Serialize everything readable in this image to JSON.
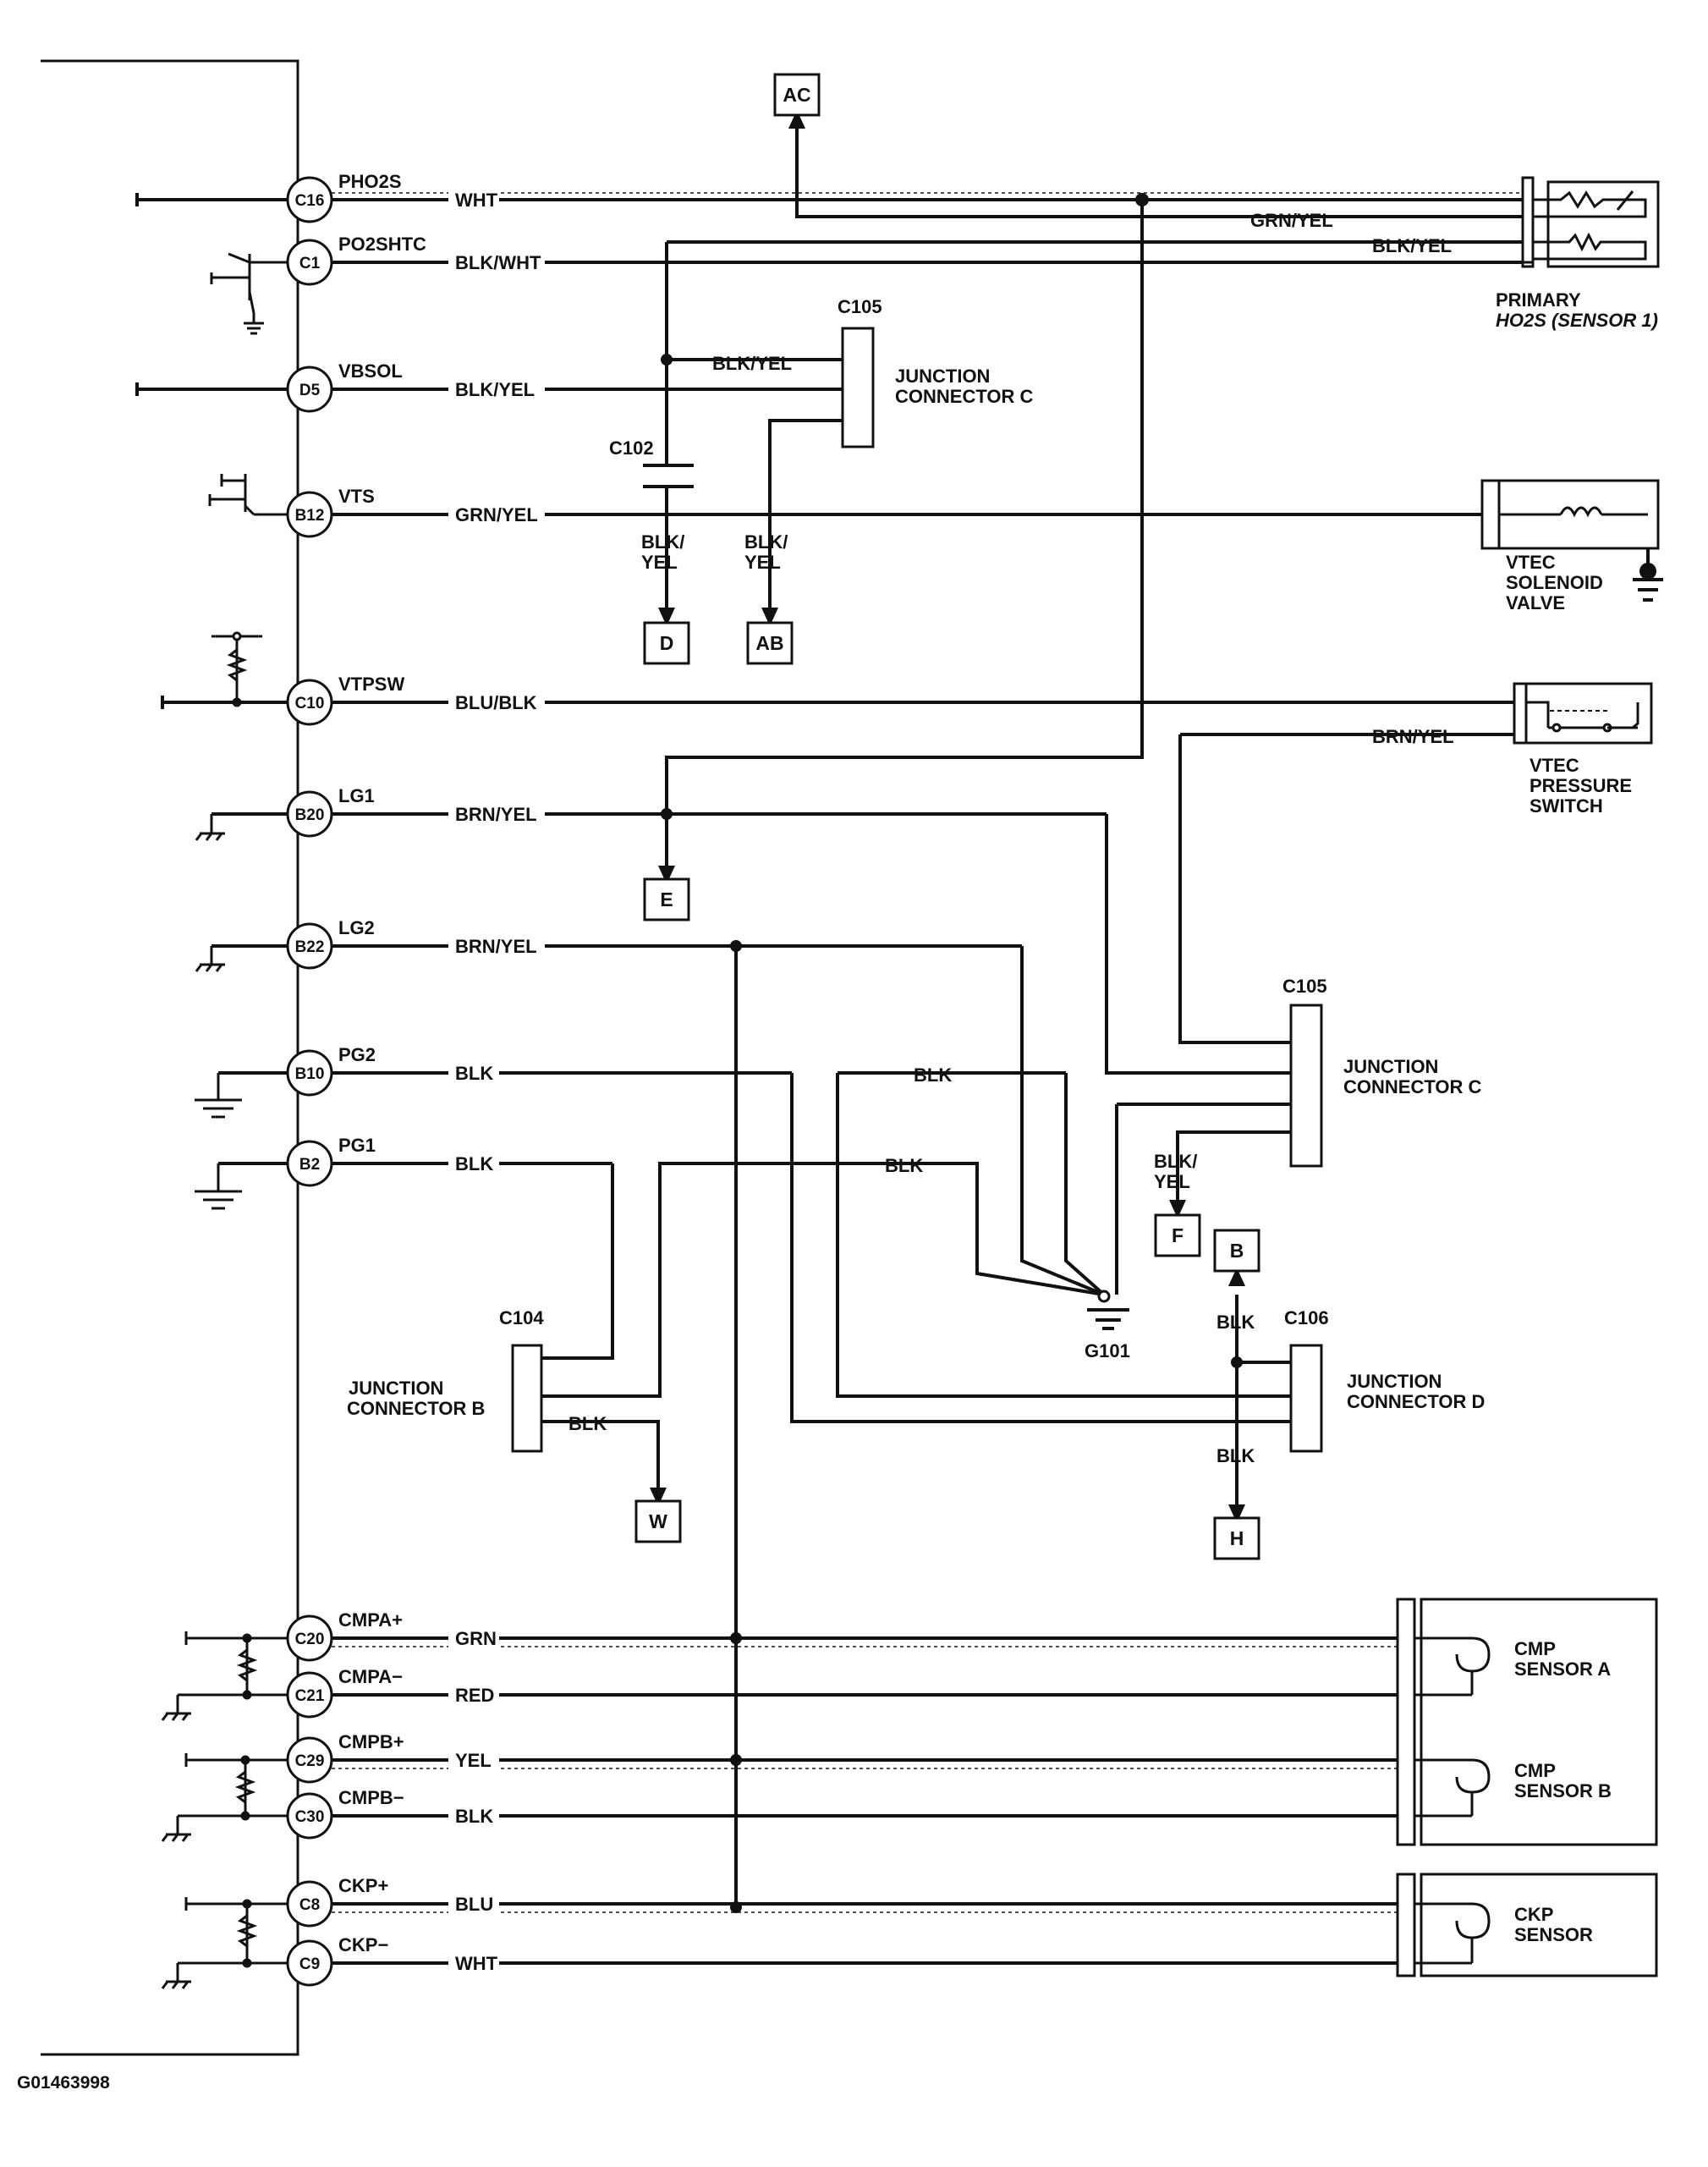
{
  "pins": [
    {
      "pin": "C16",
      "signal": "PHO2S",
      "wire": "WHT"
    },
    {
      "pin": "C1",
      "signal": "PO2SHTC",
      "wire": "BLK/WHT"
    },
    {
      "pin": "D5",
      "signal": "VBSOL",
      "wire": "BLK/YEL"
    },
    {
      "pin": "B12",
      "signal": "VTS",
      "wire": "GRN/YEL"
    },
    {
      "pin": "C10",
      "signal": "VTPSW",
      "wire": "BLU/BLK"
    },
    {
      "pin": "B20",
      "signal": "LG1",
      "wire": "BRN/YEL"
    },
    {
      "pin": "B22",
      "signal": "LG2",
      "wire": "BRN/YEL"
    },
    {
      "pin": "B10",
      "signal": "PG2",
      "wire": "BLK"
    },
    {
      "pin": "B2",
      "signal": "PG1",
      "wire": "BLK"
    },
    {
      "pin": "C20",
      "signal": "CMPA+",
      "wire": "GRN"
    },
    {
      "pin": "C21",
      "signal": "CMPA−",
      "wire": "RED"
    },
    {
      "pin": "C29",
      "signal": "CMPB+",
      "wire": "YEL"
    },
    {
      "pin": "C30",
      "signal": "CMPB−",
      "wire": "BLK"
    },
    {
      "pin": "C8",
      "signal": "CKP+",
      "wire": "BLU"
    },
    {
      "pin": "C9",
      "signal": "CKP−",
      "wire": "WHT"
    }
  ],
  "wire_labels": {
    "grn_yel_ho2s": "GRN/YEL",
    "blk_yel_ho2s": "BLK/YEL",
    "blk_yel_c105": "BLK/YEL",
    "brn_yel_pressure": "BRN/YEL",
    "blk_g101_upper": "BLK",
    "blk_g101_lower": "BLK",
    "blk_w": "BLK",
    "blk_b": "BLK",
    "blk_h": "BLK",
    "blk_yel_d_1": "BLK/",
    "blk_yel_d_2": "YEL",
    "blk_yel_ab_1": "BLK/",
    "blk_yel_ab_2": "YEL",
    "blk_yel_f_1": "BLK/",
    "blk_yel_f_2": "YEL"
  },
  "connectors": {
    "c105_top": "C105",
    "c105_mid": "C105",
    "c102": "C102",
    "c104": "C104",
    "c106": "C106",
    "g101": "G101",
    "jc_c_top_1": "JUNCTION",
    "jc_c_top_2": "CONNECTOR C",
    "jc_c_mid_1": "JUNCTION",
    "jc_c_mid_2": "CONNECTOR C",
    "jc_b_1": "JUNCTION",
    "jc_b_2": "CONNECTOR B",
    "jc_d_1": "JUNCTION",
    "jc_d_2": "CONNECTOR D"
  },
  "components": {
    "ho2s_1": "PRIMARY",
    "ho2s_2": "HO2S (SENSOR 1)",
    "vtec_sol_1": "VTEC",
    "vtec_sol_2": "SOLENOID",
    "vtec_sol_3": "VALVE",
    "vtec_ps_1": "VTEC",
    "vtec_ps_2": "PRESSURE",
    "vtec_ps_3": "SWITCH",
    "cmp_a_1": "CMP",
    "cmp_a_2": "SENSOR A",
    "cmp_b_1": "CMP",
    "cmp_b_2": "SENSOR B",
    "ckp_1": "CKP",
    "ckp_2": "SENSOR"
  },
  "refs": {
    "AC": "AC",
    "D": "D",
    "AB": "AB",
    "E": "E",
    "F": "F",
    "B": "B",
    "W": "W",
    "H": "H"
  },
  "figure_id": "G01463998"
}
